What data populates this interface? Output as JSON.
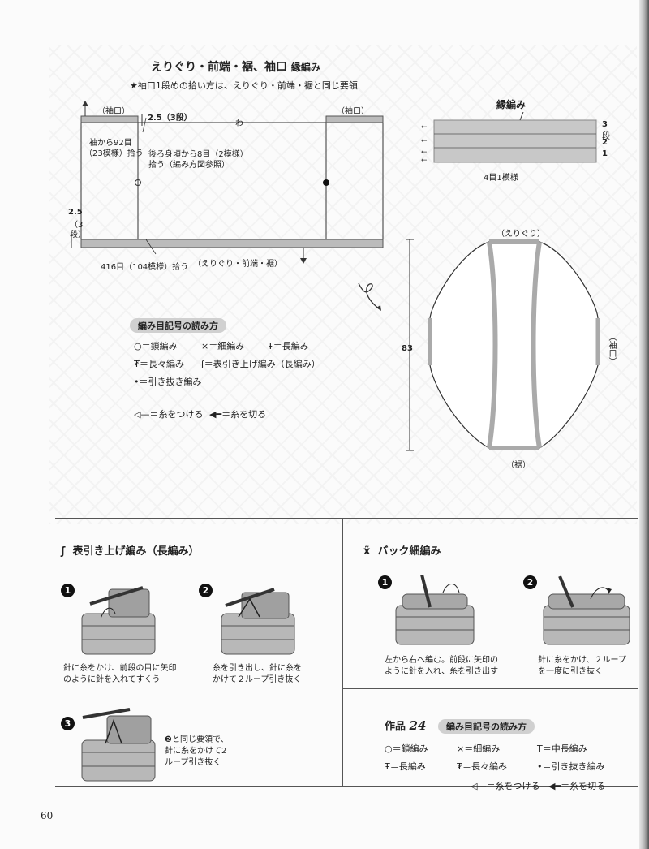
{
  "top": {
    "title": "えりぐり・前端・裾、袖口",
    "title_sub": "縁編み",
    "note": "★袖口1段めの拾い方は、えりぐり・前端・裾と同じ要領"
  },
  "schematic": {
    "cuff_left": "（袖口）",
    "cuff_right": "（袖口）",
    "dim_top": "2.5（3段）",
    "fold": "わ",
    "pick_sleeve": "袖から92目",
    "pick_sleeve2": "（23模様）拾う",
    "back_pick": "後ろ身頃から8目（2模様）",
    "back_pick2": "拾う（編み方図参照）",
    "dim_left": "2.5",
    "dim_left2": "（3",
    "dim_left3": "段）",
    "pick_bottom": "416目（104模様）拾う",
    "bottom_label": "（えりぐり・前端・裾）"
  },
  "edge": {
    "title": "縁編み",
    "row3": "3",
    "row_label": "段",
    "row2": "2",
    "row1": "1",
    "repeat": "4目1模様"
  },
  "garment": {
    "neck": "（えりぐり）",
    "height": "83",
    "cuff": "（袖口）",
    "hem": "（裾）"
  },
  "legend1": {
    "title": "編み目記号の読み方",
    "chain": "＝鎖編み",
    "sc": "＝細編み",
    "dc": "＝長編み",
    "tr": "＝長々編み",
    "fpdc": "＝表引き上げ編み（長編み）",
    "slst": "＝引き抜き編み",
    "attach": "＝糸をつける",
    "cut": "＝糸を切る"
  },
  "fpdc_section": {
    "title": "表引き上げ編み（長編み）",
    "step1": "針に糸をかけ、前段の目に矢印",
    "step1b": "のように針を入れてすくう",
    "step2": "糸を引き出し、針に糸を",
    "step2b": "かけて２ループ引き抜く",
    "step3": "❷と同じ要領で、",
    "step3b": "針に糸をかけて2",
    "step3c": "ループ引き抜く"
  },
  "back_sc": {
    "title": "バック細編み",
    "step1": "左から右へ編む。前段に矢印の",
    "step1b": "ように針を入れ、糸を引き出す",
    "step2": "針に糸をかけ、２ループ",
    "step2b": "を一度に引き抜く"
  },
  "work24": {
    "label": "作品",
    "number": "24",
    "badge": "編み目記号の読み方",
    "chain": "＝鎖編み",
    "sc": "＝細編み",
    "hdc": "＝中長編み",
    "dc": "＝長編み",
    "tr": "＝長々編み",
    "slst": "＝引き抜き編み",
    "attach": "＝糸をつける",
    "cut": "＝糸を切る"
  },
  "page_number": "60"
}
